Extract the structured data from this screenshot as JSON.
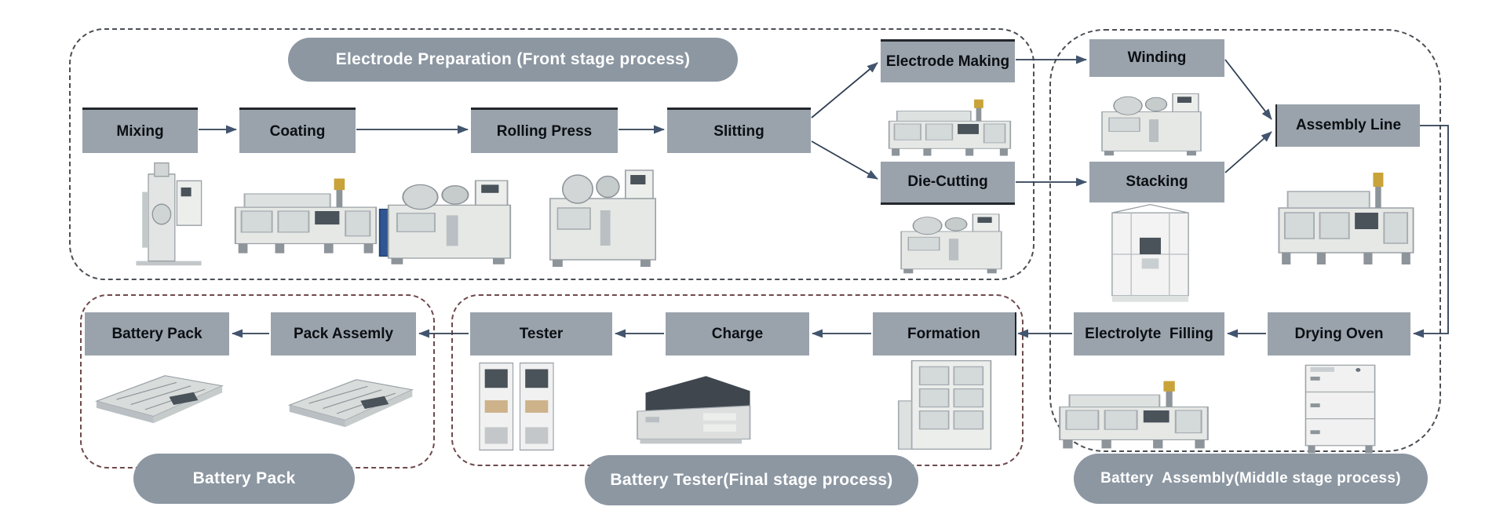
{
  "sections": {
    "electrode_preparation": {
      "label": "Electrode Preparation (Front stage process)"
    },
    "battery_assembly": {
      "label": "Battery  Assembly(Middle stage process)"
    },
    "battery_tester": {
      "label": "Battery Tester(Final stage process)"
    },
    "battery_pack": {
      "label": "Battery Pack"
    }
  },
  "nodes": {
    "mixing": {
      "label": "Mixing"
    },
    "coating": {
      "label": "Coating"
    },
    "rolling_press": {
      "label": "Rolling Press"
    },
    "slitting": {
      "label": "Slitting"
    },
    "electrode_making": {
      "label": "Electrode Making"
    },
    "die_cutting": {
      "label": "Die-Cutting"
    },
    "winding": {
      "label": "Winding"
    },
    "stacking": {
      "label": "Stacking"
    },
    "assembly_line": {
      "label": "Assembly Line"
    },
    "drying_oven": {
      "label": "Drying Oven"
    },
    "electrolyte_filling": {
      "label": "Electrolyte  Filling"
    },
    "formation": {
      "label": "Formation"
    },
    "charge": {
      "label": "Charge"
    },
    "tester": {
      "label": "Tester"
    },
    "pack_assembly": {
      "label": "Pack Assemly"
    },
    "battery_pack": {
      "label": "Battery Pack"
    }
  },
  "flows": [
    {
      "from": "mixing",
      "to": "coating"
    },
    {
      "from": "coating",
      "to": "rolling_press"
    },
    {
      "from": "rolling_press",
      "to": "slitting"
    },
    {
      "from": "slitting",
      "to": "electrode_making"
    },
    {
      "from": "slitting",
      "to": "die_cutting"
    },
    {
      "from": "electrode_making",
      "to": "winding"
    },
    {
      "from": "die_cutting",
      "to": "stacking"
    },
    {
      "from": "winding",
      "to": "assembly_line"
    },
    {
      "from": "stacking",
      "to": "assembly_line"
    },
    {
      "from": "assembly_line",
      "to": "drying_oven"
    },
    {
      "from": "drying_oven",
      "to": "electrolyte_filling"
    },
    {
      "from": "electrolyte_filling",
      "to": "formation"
    },
    {
      "from": "formation",
      "to": "charge"
    },
    {
      "from": "charge",
      "to": "tester"
    },
    {
      "from": "tester",
      "to": "pack_assembly"
    },
    {
      "from": "pack_assembly",
      "to": "battery_pack"
    }
  ],
  "colors": {
    "box": "#9aa3ac",
    "pill": "#8c97a2",
    "arrow_line": "#2f3e53",
    "arrow_head": "#42546e",
    "dash_dark": "#4b4f55",
    "dash_red": "#6e494c",
    "label_text": "#0c0f13",
    "pill_text": "#ffffff"
  }
}
